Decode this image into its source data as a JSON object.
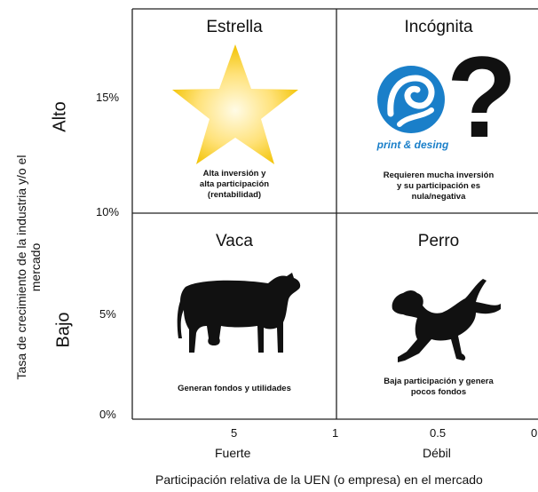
{
  "axes": {
    "y_label": "Tasa de crecimiento de la industria y/o el mercado",
    "x_label": "Participación relativa de la UEN (o empresa) en el mercado",
    "y_high": "Alto",
    "y_low": "Bajo",
    "y_ticks": [
      "15%",
      "10%",
      "5%",
      "0%"
    ],
    "x_ticks": [
      "5",
      "1",
      "0.5",
      "0"
    ],
    "x_strong": "Fuerte",
    "x_weak": "Débil"
  },
  "quadrants": {
    "star": {
      "title": "Estrella",
      "desc_line1": "Alta inversión y",
      "desc_line2": "alta participación",
      "desc_line3": "(rentabilidad)"
    },
    "unknown": {
      "title": "Incógnita",
      "desc_line1": "Requieren mucha inversión",
      "desc_line2": "y su participación es",
      "desc_line3": "nula/negativa",
      "logo_text": "print & desing",
      "symbol": "?"
    },
    "cow": {
      "title": "Vaca",
      "desc": "Generan fondos y utilidades"
    },
    "dog": {
      "title": "Perro",
      "desc_line1": "Baja participación y genera",
      "desc_line2": "pocos fondos"
    }
  },
  "colors": {
    "grid": "#222222",
    "star_center": "#fffbe6",
    "star_edge": "#f2c200",
    "logo_blue": "#1a7fc9",
    "silhouette": "#111111"
  },
  "icons": {
    "star": "star-icon",
    "question": "question-mark-icon",
    "logo": "print-desing-logo",
    "cow": "cow-icon",
    "dog": "dog-icon"
  }
}
